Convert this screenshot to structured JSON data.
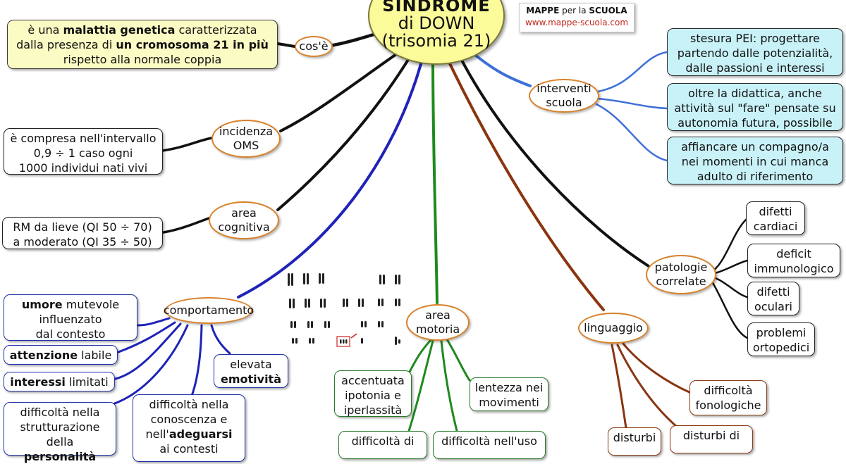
{
  "center": {
    "line1": "SINDROME",
    "line2": "di DOWN",
    "line3": "(trisomia 21)"
  },
  "brand": {
    "part1": "MAPPE",
    "part2": " per la ",
    "part3": "SCUOLA",
    "url": "www.mappe-scuola.com"
  },
  "branches": {
    "cose": {
      "label": "cos'è"
    },
    "incidenza": {
      "label1": "incidenza",
      "label2": "OMS"
    },
    "area_cognitiva": {
      "label1": "area",
      "label2": "cognitiva"
    },
    "comportamento": {
      "label": "comportamento"
    },
    "area_motoria": {
      "label1": "area",
      "label2": "motoria"
    },
    "linguaggio": {
      "label": "linguaggio"
    },
    "patologie": {
      "label1": "patologie",
      "label2": "correlate"
    },
    "interventi": {
      "label1": "interventi",
      "label2": "scuola"
    }
  },
  "nodes": {
    "definizione": {
      "l1a": "è una ",
      "l1b": "malattia genetica",
      "l1c": " caratterizzata",
      "l2a": "dalla presenza di ",
      "l2b": "un cromosoma 21 in più",
      "l3": "rispetto alla normale coppia"
    },
    "incidenza_text": {
      "l1": "è compresa nell'intervallo",
      "l2": "0,9 ÷ 1 caso ogni",
      "l3": "1000 individui nati vivi"
    },
    "cognitiva_text": {
      "l1": "RM da lieve (QI 50 ÷ 70)",
      "l2": "a moderato (QI 35 ÷ 50)"
    },
    "umore": {
      "b": "umore",
      "t1": " mutevole",
      "t2": "influenzato",
      "t3": "dal contesto"
    },
    "attenzione": {
      "b": "attenzione",
      "t": " labile"
    },
    "interessi": {
      "b": "interessi",
      "t": " limitati"
    },
    "personalita": {
      "l1": "difficoltà nella",
      "l2": "strutturazione",
      "l3a": "della ",
      "l3b": "personalità"
    },
    "conoscenza": {
      "l1": "difficoltà nella",
      "l2": "conoscenza e",
      "l3a": "nell'",
      "l3b": "adeguarsi",
      "l4": "ai contesti"
    },
    "emotivita": {
      "l1": "elevata",
      "l2": "emotività"
    },
    "ipotonia": {
      "l1": "accentuata",
      "l2": "ipotonia e",
      "l3": "iperlassità"
    },
    "lentezza": {
      "l1": "lentezza nei",
      "l2": "movimenti"
    },
    "difficolta_di": {
      "l1": "difficoltà di"
    },
    "difficolta_uso": {
      "l1": "difficoltà nell'uso"
    },
    "fonologiche": {
      "l1": "difficoltà",
      "l2": "fonologiche"
    },
    "disturbi": {
      "l1": "disturbi"
    },
    "disturbi_di": {
      "l1": "disturbi di"
    },
    "cardiaci": {
      "l1": "difetti",
      "l2": "cardiaci"
    },
    "immunologico": {
      "l1": "deficit",
      "l2": "immunologico"
    },
    "oculari": {
      "l1": "difetti",
      "l2": "oculari"
    },
    "ortopedici": {
      "l1": "problemi",
      "l2": "ortopedici"
    },
    "pei": {
      "l1": "stesura PEI: progettare",
      "l2": "partendo dalle potenzialità,",
      "l3": "dalle passioni e interessi"
    },
    "didattica": {
      "l1": "oltre la didattica, anche",
      "l2": "attività sul \"fare\" pensate su",
      "l3": "autonomia futura, possibile"
    },
    "compagno": {
      "l1": "affiancare un compagno/a",
      "l2": "nei momenti in cui manca",
      "l3": "adulto di riferimento"
    }
  },
  "colors": {
    "black_branch": "#111111",
    "blue_branch": "#1f23b8",
    "green_branch": "#1e8a1e",
    "brown_branch": "#8a3510",
    "light_blue_branch": "#3f6fd8",
    "oval_border": "#d9822b",
    "center_fill": "#fbfb9a",
    "definition_fill": "#fbfbc4",
    "school_fill": "#c9f2f8"
  }
}
